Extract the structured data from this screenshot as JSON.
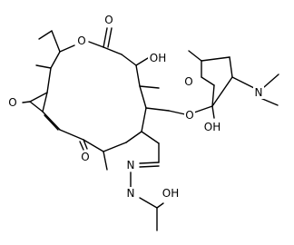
{
  "structure": {
    "type": "chemical-structure-diagram",
    "atoms": {
      "o_ester": "O",
      "o_carbonyl": "O",
      "oh_ring": "OH",
      "o_sugar_ring": "O",
      "n_dimethylamino": "N",
      "o_glycosidic": "O",
      "oh_sugar": "OH",
      "o_epoxide": "O",
      "o_ketone": "O",
      "n_imine": "N",
      "n_hydrazide": "N",
      "oh_hydrazide": "OH"
    }
  }
}
